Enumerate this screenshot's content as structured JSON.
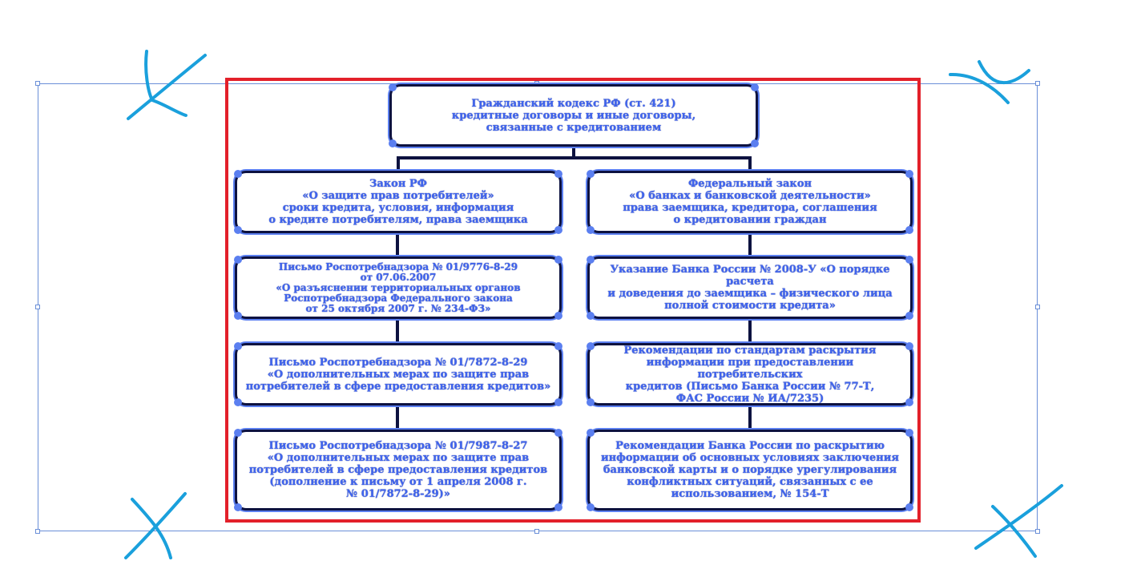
{
  "diagram": {
    "top": "Гражданский кодекс РФ (ст. 421)\nкредитные договоры и иные договоры,\nсвязанные с кредитованием",
    "left": [
      "Закон РФ\n«О защите прав потребителей»\nсроки кредита, условия, информация\nо кредите потребителям, права заемщика",
      "Письмо Роспотребнадзора № 01/9776-8-29\nот 07.06.2007\n«О разъяснении территориальных органов\nРоспотребнадзора Федерального закона\nот 25 октября 2007 г. № 234-ФЗ»",
      "Письмо Роспотребнадзора № 01/7872-8-29\n«О дополнительных мерах по защите прав\nпотребителей в сфере предоставления кредитов»",
      "Письмо Роспотребнадзора № 01/7987-8-27\n«О дополнительных мерах по защите прав\nпотребителей в сфере предоставления кредитов\n(дополнение к письму от 1 апреля 2008 г.\n№ 01/7872-8-29)»"
    ],
    "right": [
      "Федеральный закон\n«О банках и банковской деятельности»\nправа заемщика, кредитора, соглашения\nо кредитовании граждан",
      "Указание Банка России № 2008-У «О порядке расчета\nи доведения до заемщика – физического лица\nполной стоимости кредита»",
      "Рекомендации по стандартам раскрытия\nинформации при предоставлении потребительских\nкредитов (Письмо Банка России № 77-Т,\nФАС России № ИА/7235)",
      "Рекомендации Банка России по раскрытию\nинформации об основных условиях заключения\nбанковской карты и о порядке урегулирования\nконфликтных ситуаций, связанных с ее\nиспользованием, № 154-Т"
    ]
  }
}
